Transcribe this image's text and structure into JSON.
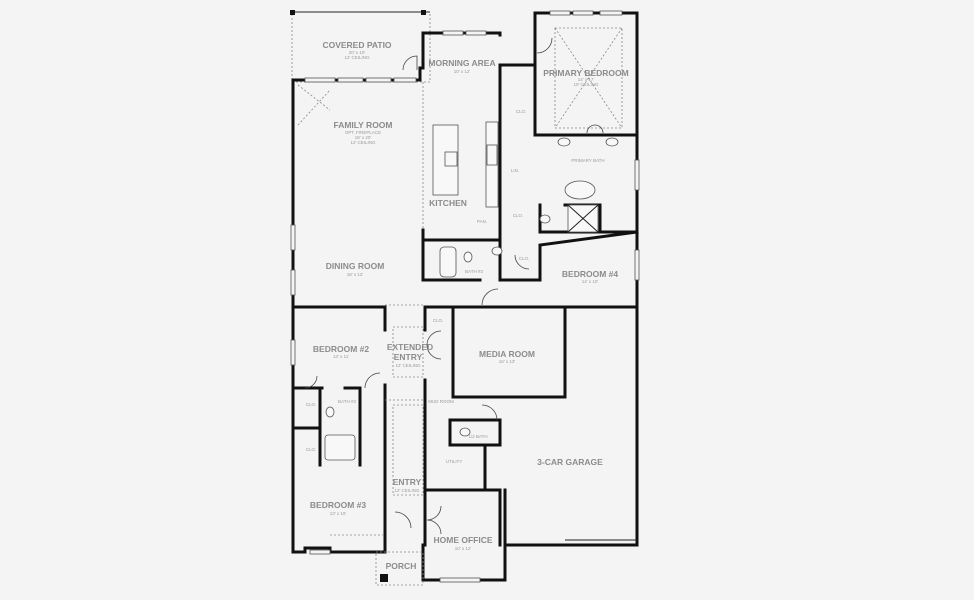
{
  "rooms": {
    "covered_patio": {
      "name": "COVERED PATIO",
      "size": "20' x 10'",
      "ceiling": "12' CEILING"
    },
    "morning_area": {
      "name": "MORNING AREA",
      "size": "10' x 12'"
    },
    "primary_bedroom": {
      "name": "PRIMARY BEDROOM",
      "size": "14' x 17'",
      "ceiling": "10' CEILING"
    },
    "family_room": {
      "name": "FAMILY ROOM",
      "note": "OPT. FIREPLACE",
      "size": "18' x 20'",
      "ceiling": "12' CEILING"
    },
    "kitchen": {
      "name": "KITCHEN"
    },
    "dining_room": {
      "name": "DINING ROOM",
      "size": "18' x 12'"
    },
    "bedroom_4": {
      "name": "BEDROOM #4",
      "size": "14' x 10'"
    },
    "bedroom_2": {
      "name": "BEDROOM #2",
      "size": "13' x 11'"
    },
    "extended_entry": {
      "name1": "EXTENDED",
      "name2": "ENTRY",
      "ceiling": "12' CEILING"
    },
    "media_room": {
      "name": "MEDIA ROOM",
      "size": "16' x 13'"
    },
    "garage": {
      "name": "3-CAR GARAGE"
    },
    "entry": {
      "name": "ENTRY",
      "ceiling": "12' CEILING"
    },
    "bedroom_3": {
      "name": "BEDROOM #3",
      "size": "13' x 10'"
    },
    "home_office": {
      "name": "HOME OFFICE",
      "size": "10' x 12'"
    },
    "porch": {
      "name": "PORCH"
    }
  },
  "small_labels": {
    "closet": "CLO.",
    "linen": "LIN.",
    "pantry": "PAN.",
    "primary_bath": "PRIMARY BATH",
    "bath_3": "BATH #3",
    "bath_2": "BATH #2",
    "mud_room": "MUD ROOM",
    "half_bath": "1/2 BATH",
    "utility": "UTILITY"
  }
}
